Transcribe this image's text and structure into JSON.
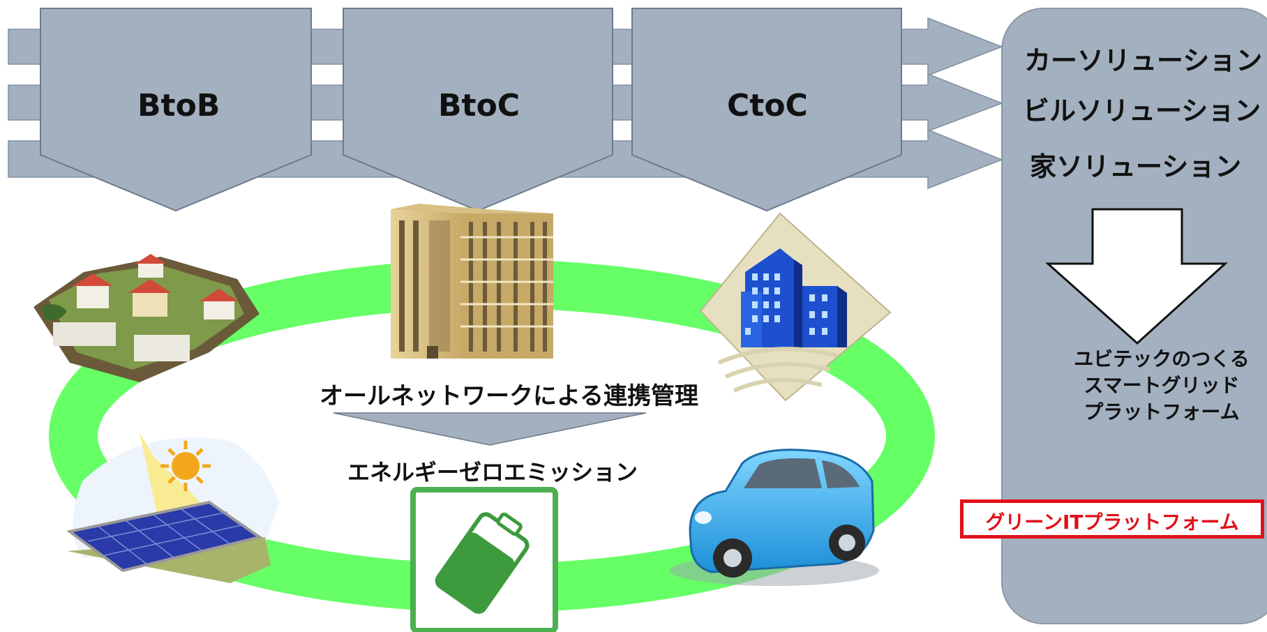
{
  "segments": [
    {
      "label": "BtoB"
    },
    {
      "label": "BtoC"
    },
    {
      "label": "CtoC"
    }
  ],
  "solutions": [
    {
      "label": "カーソリューション"
    },
    {
      "label": "ビルソリューション"
    },
    {
      "label": "家ソリューション"
    }
  ],
  "network_label": "オールネットワークによる連携管理",
  "zero_emission_label": "エネルギーゼロエミッション",
  "platform": {
    "lines": [
      "ユビテックのつくる",
      "スマートグリッド",
      "プラットフォーム"
    ]
  },
  "green_it_label": "グリーンITプラットフォーム",
  "colors": {
    "arrow_fill": "#a3b0c0",
    "ring": "#66ff66",
    "panel": "#a3b0c0",
    "green_it": "#e0101a"
  }
}
